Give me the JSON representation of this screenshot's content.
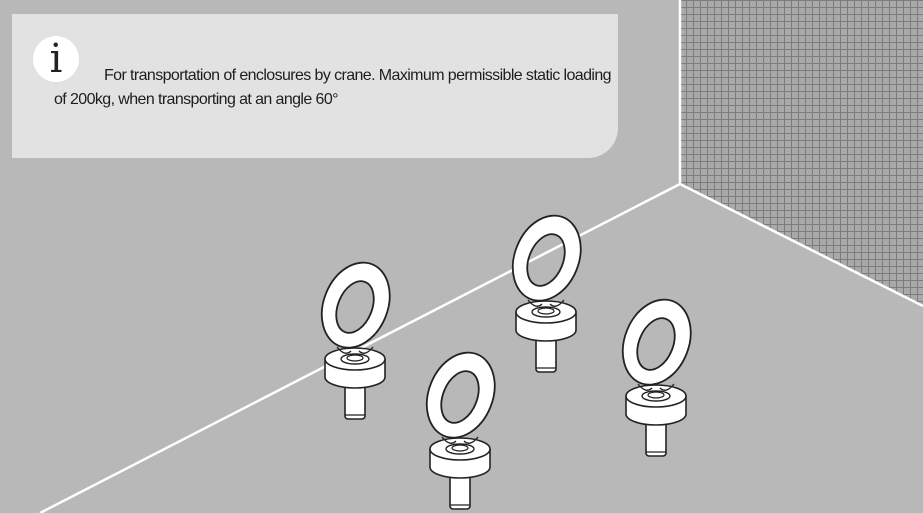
{
  "info_panel": {
    "icon": "info-icon",
    "icon_glyph": "i",
    "text": "For transportation of enclosures by crane. Maximum permissible static loading of 200kg, when transporting at an angle 60°"
  },
  "colors": {
    "floor": "#b8b8b8",
    "panel": "#e2e2e2",
    "line": "#ffffff",
    "eyebolt_fill": "#ffffff",
    "eyebolt_stroke": "#222222"
  },
  "eyebolts": [
    {
      "name": "eyebolt-1"
    },
    {
      "name": "eyebolt-2"
    },
    {
      "name": "eyebolt-3"
    },
    {
      "name": "eyebolt-4"
    }
  ]
}
